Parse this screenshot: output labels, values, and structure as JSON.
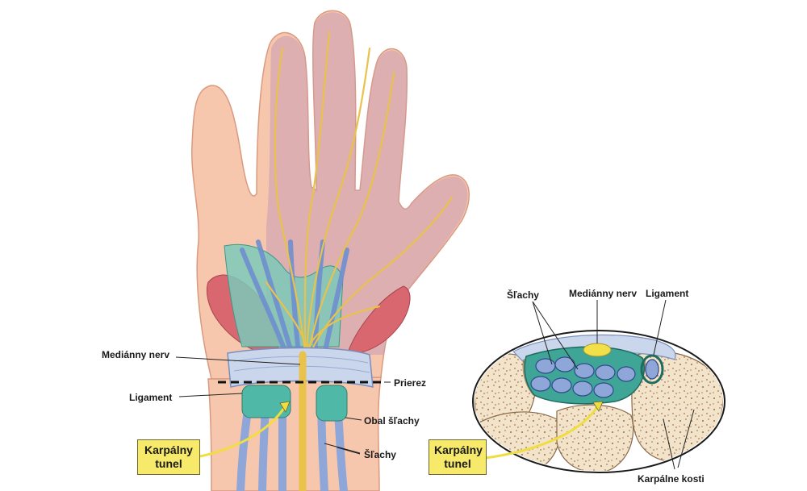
{
  "hand_labels": {
    "median_nerve": "Mediánny nerv",
    "ligament": "Ligament",
    "cross_section": "Prierez",
    "tendon_sheath": "Obal šľachy",
    "tendons": "Šľachy",
    "carpal_tunnel": "Karpálny\ntunel"
  },
  "section_labels": {
    "tendons": "Šľachy",
    "median_nerve": "Mediánny nerv",
    "ligament": "Ligament",
    "carpal_tunnel": "Karpálny\ntunel",
    "carpal_bones": "Karpálne kosti"
  },
  "colors": {
    "skin": "#f6c7ac",
    "palm_overlay": "#c89ab4",
    "nerve": "#e8c24a",
    "tendon_blue": "#8ea6d8",
    "sheath_teal": "#4fb8a6",
    "muscle": "#d86770",
    "ligament": "#c9d6ec",
    "bone": "#f3e6cf",
    "callout_fill": "#f7ea6a"
  }
}
